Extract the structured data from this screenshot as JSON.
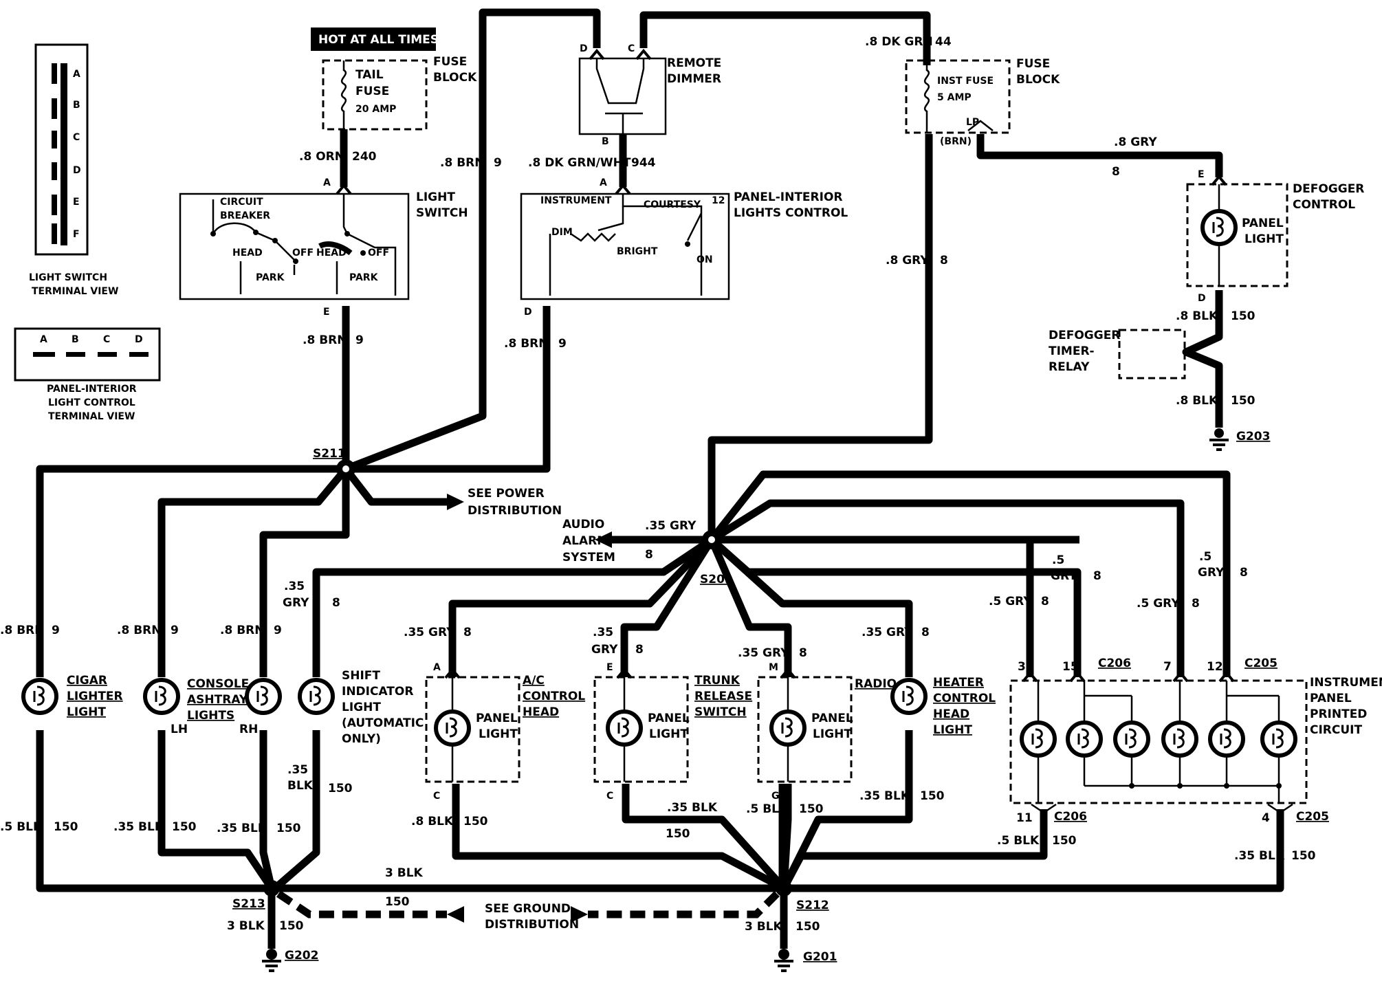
{
  "terminal_views": {
    "light_switch_title": [
      "LIGHT SWITCH",
      "TERMINAL VIEW"
    ],
    "light_switch_terminals": [
      "A",
      "B",
      "C",
      "D",
      "E",
      "F"
    ],
    "panel_interior_title": [
      "PANEL-INTERIOR",
      "LIGHT CONTROL",
      "TERMINAL VIEW"
    ],
    "panel_interior_terminals": [
      "A",
      "B",
      "C",
      "D"
    ]
  },
  "hot_label": "HOT AT ALL TIMES",
  "fuse_block_left": {
    "title": [
      "FUSE",
      "BLOCK"
    ],
    "fuse": [
      "TAIL",
      "FUSE"
    ],
    "rating": "20 AMP"
  },
  "fuse_block_right": {
    "title": [
      "FUSE",
      "BLOCK"
    ],
    "fuse": "INST FUSE",
    "rating": "5 AMP",
    "lp": "LP",
    "brn": "(BRN)"
  },
  "remote_dimmer": {
    "title": [
      "REMOTE",
      "DIMMER"
    ],
    "pin_d": "D",
    "pin_c": "C",
    "pin_b": "B"
  },
  "light_switch": {
    "title": [
      "LIGHT",
      "SWITCH"
    ],
    "circuit_breaker": [
      "CIRCUIT",
      "BREAKER"
    ],
    "labels": {
      "head1": "HEAD",
      "off1": "OFF",
      "park1": "PARK",
      "head2": "HEAD",
      "off2": "OFF",
      "park2": "PARK"
    },
    "pin_a": "A",
    "pin_e": "E"
  },
  "panel_interior": {
    "title": [
      "PANEL-INTERIOR",
      "LIGHTS CONTROL"
    ],
    "instrument": "INSTRUMENT",
    "courtesy": "COURTESY",
    "dim": "DIM",
    "bright": "BRIGHT",
    "on": "ON",
    "pin_a": "A",
    "pin_d": "D",
    "pin_12": "12"
  },
  "defogger": {
    "title": [
      "DEFOGGER",
      "CONTROL"
    ],
    "panel_light": [
      "PANEL",
      "LIGHT"
    ],
    "pin_e": "E",
    "pin_d": "D",
    "relay": [
      "DEFOGGER",
      "TIMER-",
      "RELAY"
    ]
  },
  "wires": {
    "w240": {
      "gauge": ".8 ORN",
      "circuit": "240"
    },
    "w9_top": {
      "gauge": ".8 BRN",
      "circuit": "9"
    },
    "w944": {
      "gauge": ".8 DK GRN/WHT",
      "circuit": "944"
    },
    "w44": {
      "gauge": ".8 DK GRN",
      "circuit": "44"
    },
    "w8_gry_right": {
      "gauge": ".8 GRY",
      "circuit": "8"
    },
    "w8_gry_mid": {
      "gauge": ".8 GRY",
      "circuit": "8"
    },
    "w150_def1": {
      "gauge": ".8 BLK",
      "circuit": "150"
    },
    "w150_def2": {
      "gauge": ".8 BLK",
      "circuit": "150"
    },
    "w9_e": {
      "gauge": ".8 BRN",
      "circuit": "9"
    },
    "w9_d": {
      "gauge": ".8 BRN",
      "circuit": "9"
    },
    "audio": {
      "gauge": ".35 GRY",
      "circuit": "8"
    },
    "cigar_top": {
      "gauge": ".8 BRN",
      "circuit": "9"
    },
    "console_top": {
      "gauge": ".8 BRN",
      "circuit": "9"
    },
    "rh_top": {
      "gauge": ".8 BRN",
      "circuit": "9"
    },
    "shift_top": {
      "gauge": [
        ".35",
        "GRY"
      ],
      "circuit": "8"
    },
    "ac_top": {
      "gauge": ".35 GRY",
      "circuit": "8"
    },
    "trunk_top": {
      "gauge": [
        ".35",
        "GRY"
      ],
      "circuit": "8"
    },
    "radio_top": {
      "gauge": ".35 GRY",
      "circuit": "8"
    },
    "heater_top": {
      "gauge": ".35 GRY",
      "circuit": "8"
    },
    "ip3_top": {
      "gauge": ".5 GRY",
      "circuit": "8"
    },
    "ip15_top": {
      "gauge": [
        ".5",
        "GRY"
      ],
      "circuit": "8"
    },
    "ip7_top": {
      "gauge": ".5 GRY",
      "circuit": "8"
    },
    "ip12_top": {
      "gauge": [
        ".5",
        "GRY"
      ],
      "circuit": "8"
    },
    "cigar_bot": {
      "gauge": ".5 BLK",
      "circuit": "150"
    },
    "console_bot": {
      "gauge": ".35 BLK",
      "circuit": "150"
    },
    "rh_bot": {
      "gauge": ".35 BLK",
      "circuit": "150"
    },
    "shift_bot": {
      "gauge": [
        ".35",
        "BLK"
      ],
      "circuit": "150"
    },
    "ac_bot": {
      "gauge": ".8 BLK",
      "circuit": "150"
    },
    "trunk_bot": {
      "gauge": ".35 BLK",
      "circuit": "150"
    },
    "radio_bot": {
      "gauge": ".5 BLK",
      "circuit": "150"
    },
    "heater_bot": {
      "gauge": ".35 BLK",
      "circuit": "150"
    },
    "ip11_bot": {
      "gauge": ".5 BLK",
      "circuit": "150"
    },
    "ip4_bot": {
      "gauge": ".35 BLK",
      "circuit": "150"
    },
    "ground_bus": {
      "gauge": "3 BLK"
    },
    "ground_dist": {
      "circuit": "150"
    },
    "g202": {
      "gauge": "3 BLK",
      "circuit": "150"
    },
    "g201": {
      "gauge": "3 BLK",
      "circuit": "150"
    }
  },
  "splices": {
    "s211": "S211",
    "s209": "S209",
    "s213": "S213",
    "s212": "S212"
  },
  "grounds": {
    "g202": "G202",
    "g201": "G201",
    "g203": "G203"
  },
  "see_power": [
    "SEE POWER",
    "DISTRIBUTION"
  ],
  "see_ground": [
    "SEE GROUND",
    "DISTRIBUTION"
  ],
  "audio_alarm": [
    "AUDIO",
    "ALARM",
    "SYSTEM"
  ],
  "loads": {
    "cigar": [
      "CIGAR",
      "LIGHTER",
      "LIGHT"
    ],
    "console": [
      "CONSOLE",
      "ASHTRAY",
      "LIGHTS"
    ],
    "lh": "LH",
    "rh": "RH",
    "shift": [
      "SHIFT",
      "INDICATOR",
      "LIGHT",
      "(AUTOMATIC",
      "ONLY)"
    ],
    "ac": [
      "A/C",
      "CONTROL",
      "HEAD"
    ],
    "ac_pins": [
      "A",
      "C"
    ],
    "trunk": [
      "TRUNK",
      "RELEASE",
      "SWITCH"
    ],
    "trunk_pins": [
      "E",
      "C"
    ],
    "radio": "RADIO",
    "radio_pins": [
      "M",
      "G"
    ],
    "heater": [
      "HEATER",
      "CONTROL",
      "HEAD",
      "LIGHT"
    ],
    "panel_light": [
      "PANEL",
      "LIGHT"
    ],
    "ip": [
      "INSTRUMENT",
      "PANEL",
      "PRINTED",
      "CIRCUIT"
    ],
    "ip_pins_top": [
      "3",
      "15",
      "7",
      "12"
    ],
    "ip_conn": [
      "C206",
      "C205"
    ],
    "ip_pins_bot": [
      "11",
      "4"
    ]
  }
}
